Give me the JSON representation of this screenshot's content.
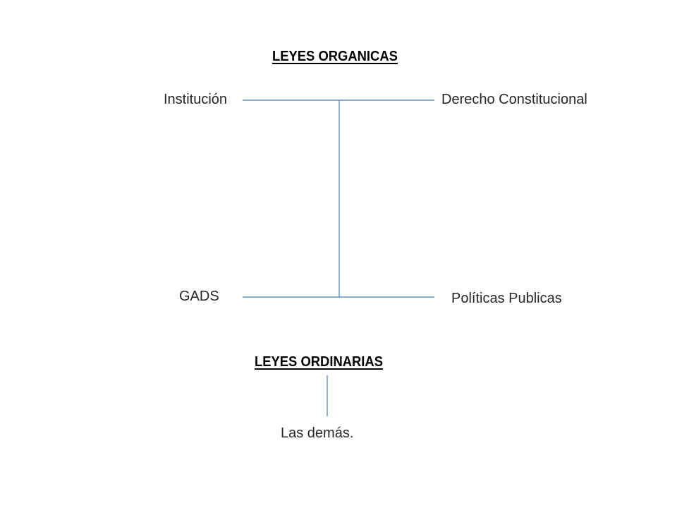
{
  "colors": {
    "line": "#4a7eb4",
    "text": "#262626",
    "title": "#000000"
  },
  "organic": {
    "title": "LEYES ORGANICAS",
    "top_left": "Institución",
    "top_right": "Derecho Constitucional",
    "bottom_left": "GADS",
    "bottom_right": "Políticas Publicas"
  },
  "ordinary": {
    "title": "LEYES ORDINARIAS",
    "child": "Las demás."
  }
}
